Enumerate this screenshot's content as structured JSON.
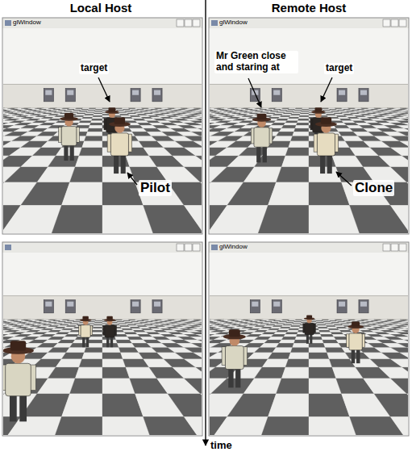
{
  "diagram": {
    "labels": [
      "Local Host",
      "Remote Host",
      "glWindow",
      "target",
      "Pilot",
      "glWindow",
      "Mr Green close and staring at",
      "target",
      "Clone",
      "glWindow",
      "time"
    ]
  }
}
